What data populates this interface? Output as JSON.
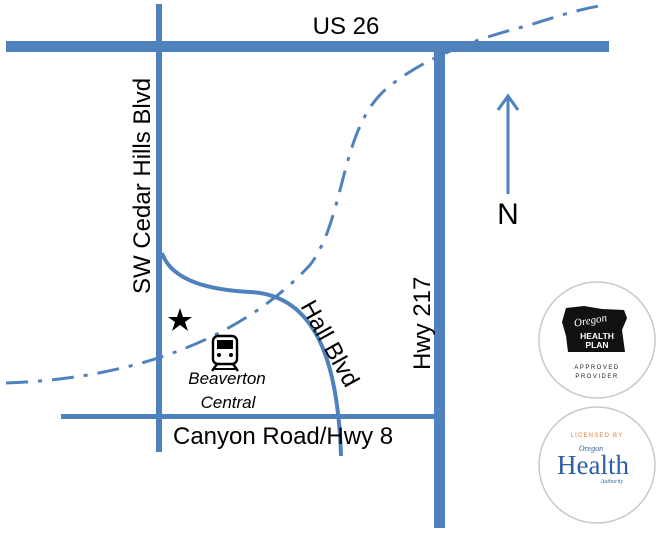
{
  "roads": {
    "us26": "US 26",
    "cedar_hills": "SW Cedar Hills Blvd",
    "hwy217": "Hwy 217",
    "hall": "Hall Blvd",
    "canyon": "Canyon Road/Hwy 8"
  },
  "station": {
    "name_line1": "Beaverton",
    "name_line2": "Central",
    "icon": "train-icon"
  },
  "location_marker": {
    "icon": "star-icon"
  },
  "compass": {
    "label": "N",
    "icon": "north-arrow-icon"
  },
  "colors": {
    "road": "#4f81bd",
    "rail": "#4f81bd",
    "text": "#000000",
    "ohp_accent": "#111111",
    "oha_blue": "#2e5fa8",
    "oha_orange": "#e07a2e"
  },
  "badges": {
    "ohp": {
      "word_oregon": "Oregon",
      "word_health": "HEALTH",
      "word_plan": "PLAN",
      "caption_line1": "APPROVED",
      "caption_line2": "PROVIDER"
    },
    "oha": {
      "caption": "LICENSED BY",
      "word_oregon": "Oregon",
      "word_health": "Health",
      "word_authority": "Authority"
    }
  }
}
